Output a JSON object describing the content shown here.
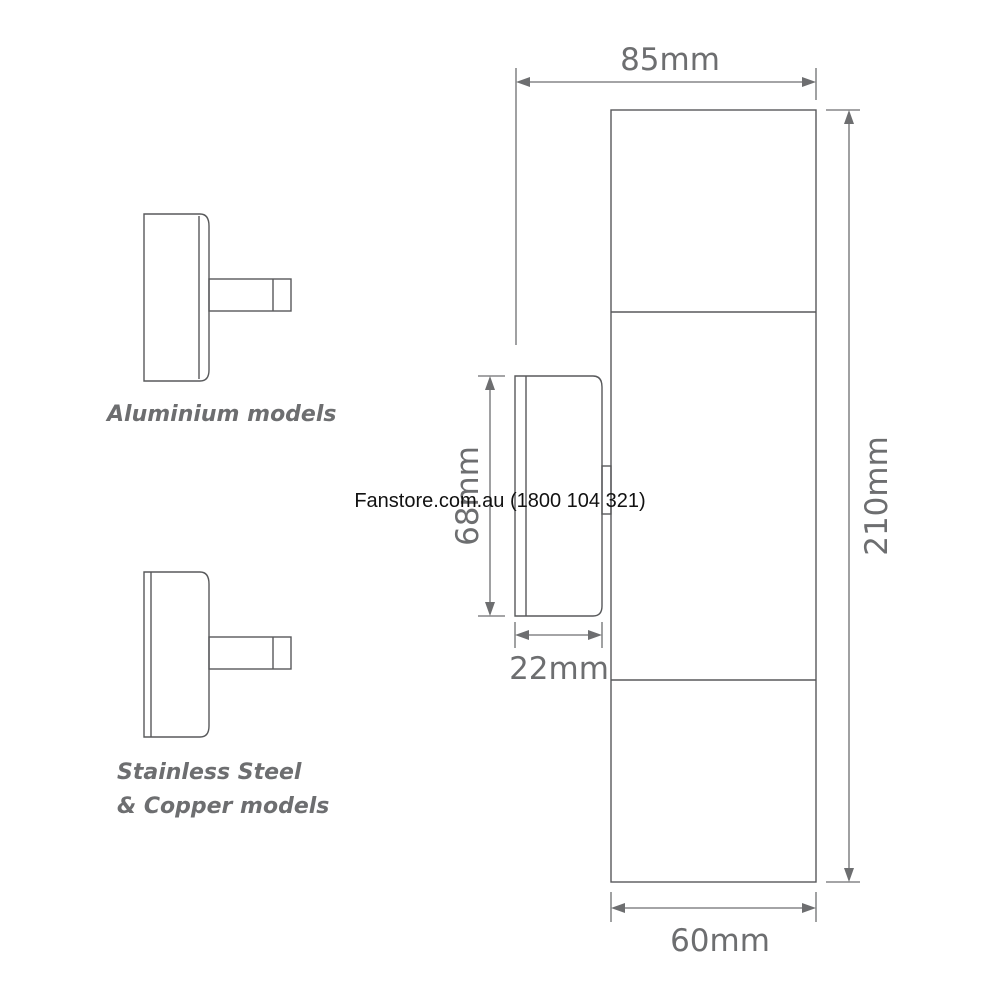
{
  "dimensions": {
    "width_top": "85mm",
    "height": "210mm",
    "width_bottom": "60mm",
    "bracket_height": "68mm",
    "bracket_depth": "22mm"
  },
  "captions": {
    "aluminium": "Aluminium models",
    "steel_line1": "Stainless Steel",
    "steel_line2": "& Copper models"
  },
  "watermark": "Fanstore.com.au (1800 104 321)",
  "colors": {
    "line": "#58595b",
    "text": "#6d6e70",
    "watermark": "#111111"
  }
}
